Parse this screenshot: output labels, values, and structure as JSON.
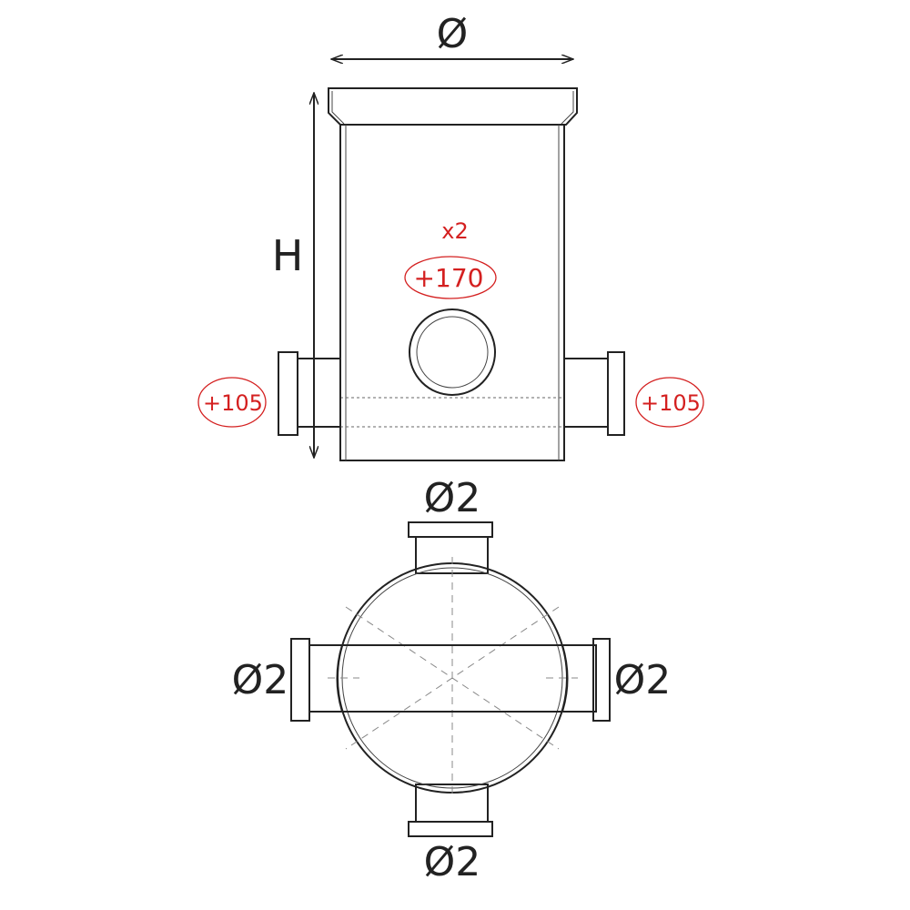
{
  "side_view": {
    "diameter_label": "Ø",
    "height_label": "H",
    "count_label": "x2",
    "center_inlet_label": "+170",
    "left_inlet_label": "+105",
    "right_inlet_label": "+105"
  },
  "top_view": {
    "top_pipe_label": "Ø2",
    "left_pipe_label": "Ø2",
    "right_pipe_label": "Ø2",
    "bottom_pipe_label": "Ø2"
  },
  "colors": {
    "line": "#222222",
    "annotation": "#d42020"
  }
}
